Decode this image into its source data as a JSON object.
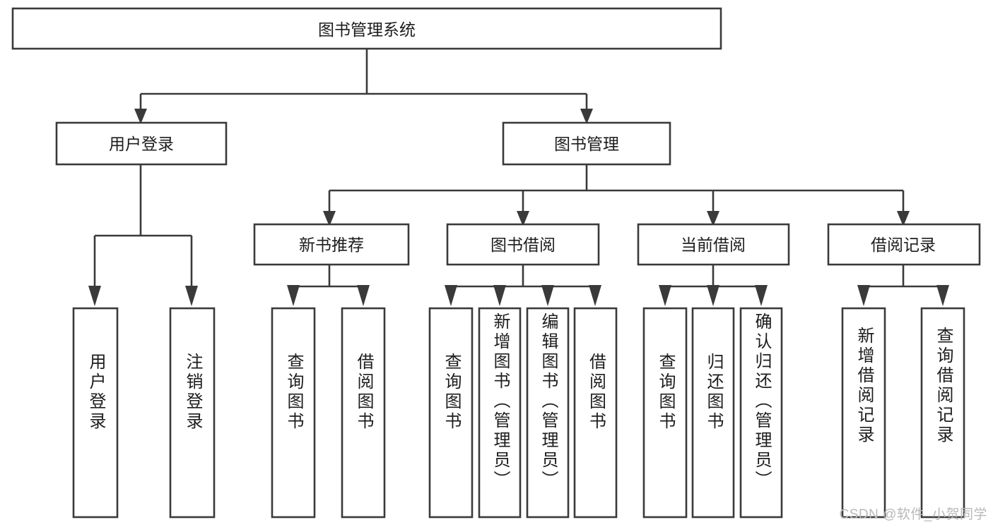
{
  "diagram": {
    "title": "图书管理系统",
    "type": "hierarchy-tree",
    "style": {
      "box_fill": "#ffffff",
      "box_stroke": "#3a3a3a",
      "text_color": "#1d1d1d",
      "background": "#ffffff",
      "watermark_color": "#b9b9b9"
    },
    "root": {
      "label": "图书管理系统"
    },
    "level2": [
      {
        "label": "用户登录"
      },
      {
        "label": "图书管理"
      }
    ],
    "level3": [
      {
        "label": "新书推荐"
      },
      {
        "label": "图书借阅"
      },
      {
        "label": "当前借阅"
      },
      {
        "label": "借阅记录"
      }
    ],
    "leaves_user_login": [
      {
        "label": "用户登录"
      },
      {
        "label": "注销登录"
      }
    ],
    "leaves_new_book": [
      {
        "label": "查询图书"
      },
      {
        "label": "借阅图书"
      }
    ],
    "leaves_borrow": [
      {
        "label": "查询图书"
      },
      {
        "label": "新增图书（管理员）"
      },
      {
        "label": "编辑图书（管理员）"
      },
      {
        "label": "借阅图书"
      }
    ],
    "leaves_current": [
      {
        "label": "查询图书"
      },
      {
        "label": "归还图书"
      },
      {
        "label": "确认归还（管理员）"
      }
    ],
    "leaves_record": [
      {
        "label": "新增借阅记录"
      },
      {
        "label": "查询借阅记录"
      }
    ]
  },
  "watermark": {
    "text": "CSDN @软件_小贺同学"
  }
}
